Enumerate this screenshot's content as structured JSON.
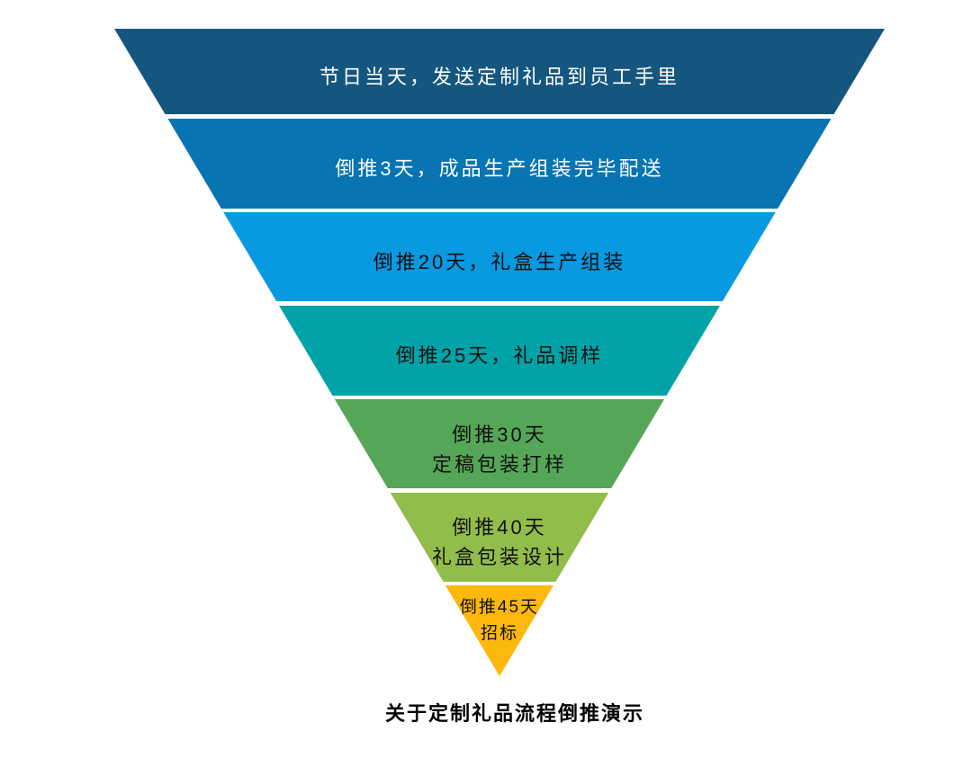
{
  "funnel": {
    "caption": "关于定制礼品流程倒推演示",
    "layers": [
      {
        "lines": [
          "节日当天，发送定制礼品到员工手里"
        ],
        "color": "#15567E",
        "text_color": "#FFFFFF"
      },
      {
        "lines": [
          "倒推3天，成品生产组装完毕配送"
        ],
        "color": "#0874B2",
        "text_color": "#FFFFFF"
      },
      {
        "lines": [
          "倒推20天，礼盒生产组装"
        ],
        "color": "#0999E0",
        "text_color": "#111111"
      },
      {
        "lines": [
          "倒推25天，礼品调样"
        ],
        "color": "#01A3A7",
        "text_color": "#111111"
      },
      {
        "lines": [
          "倒推30天",
          "定稿包装打样"
        ],
        "color": "#55A757",
        "text_color": "#111111"
      },
      {
        "lines": [
          "倒推40天",
          "礼盒包装设计"
        ],
        "color": "#92BD4B",
        "text_color": "#111111"
      },
      {
        "lines": [
          "倒推45天",
          "招标"
        ],
        "color": "#FCB80D",
        "text_color": "#111111"
      }
    ]
  }
}
